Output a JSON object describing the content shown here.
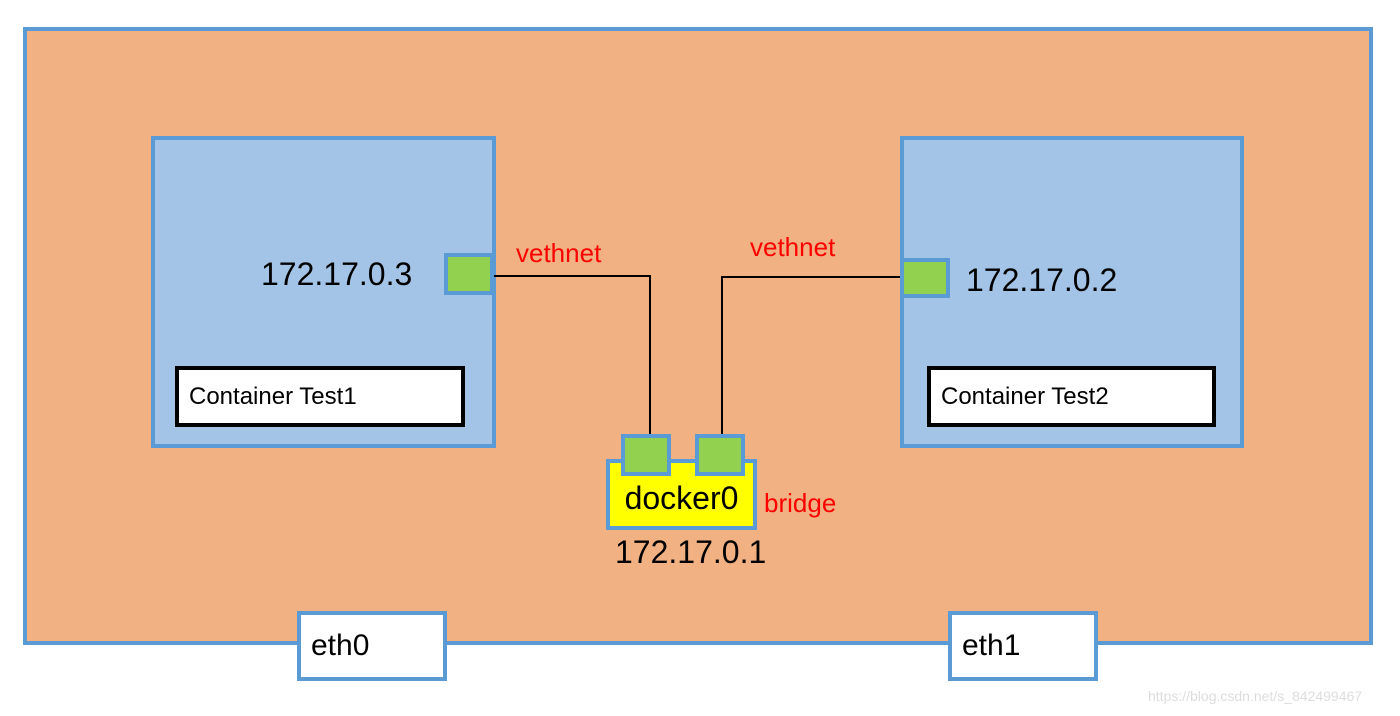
{
  "containers": [
    {
      "label": "Container Test1",
      "ip": "172.17.0.3",
      "link": "vethnet"
    },
    {
      "label": "Container Test2",
      "ip": "172.17.0.2",
      "link": "vethnet"
    }
  ],
  "bridge": {
    "name": "docker0",
    "type": "bridge",
    "ip": "172.17.0.1"
  },
  "interfaces": [
    "eth0",
    "eth1"
  ],
  "watermark": "https://blog.csdn.net/s_842499467",
  "colors": {
    "host": "#f2b183",
    "container": "#a3c4e6",
    "border": "#5b9bd5",
    "port": "#92d050",
    "bridge": "#ffff00",
    "annotation": "#ff0000"
  }
}
